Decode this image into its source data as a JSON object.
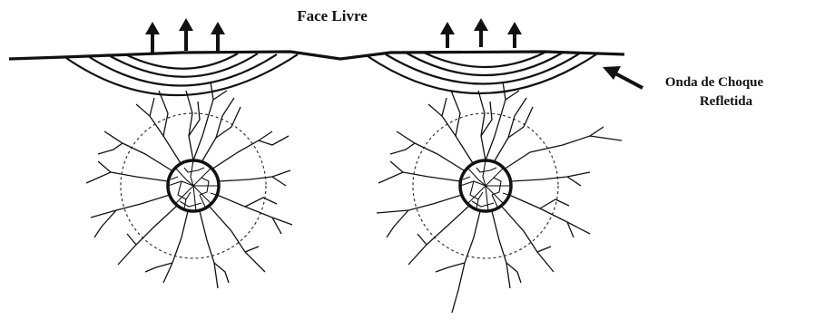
{
  "labels": {
    "face_livre": "Face Livre",
    "onda_line1": "Onda de Choque",
    "onda_line2": "Refletida"
  },
  "colors": {
    "ink": "#111111",
    "background": "#ffffff"
  },
  "figure": {
    "blast_holes": 2,
    "arrows_per_hole": 3,
    "reflected_wave_arcs_per_hole": 4,
    "radial_cracks_per_hole": 16
  }
}
